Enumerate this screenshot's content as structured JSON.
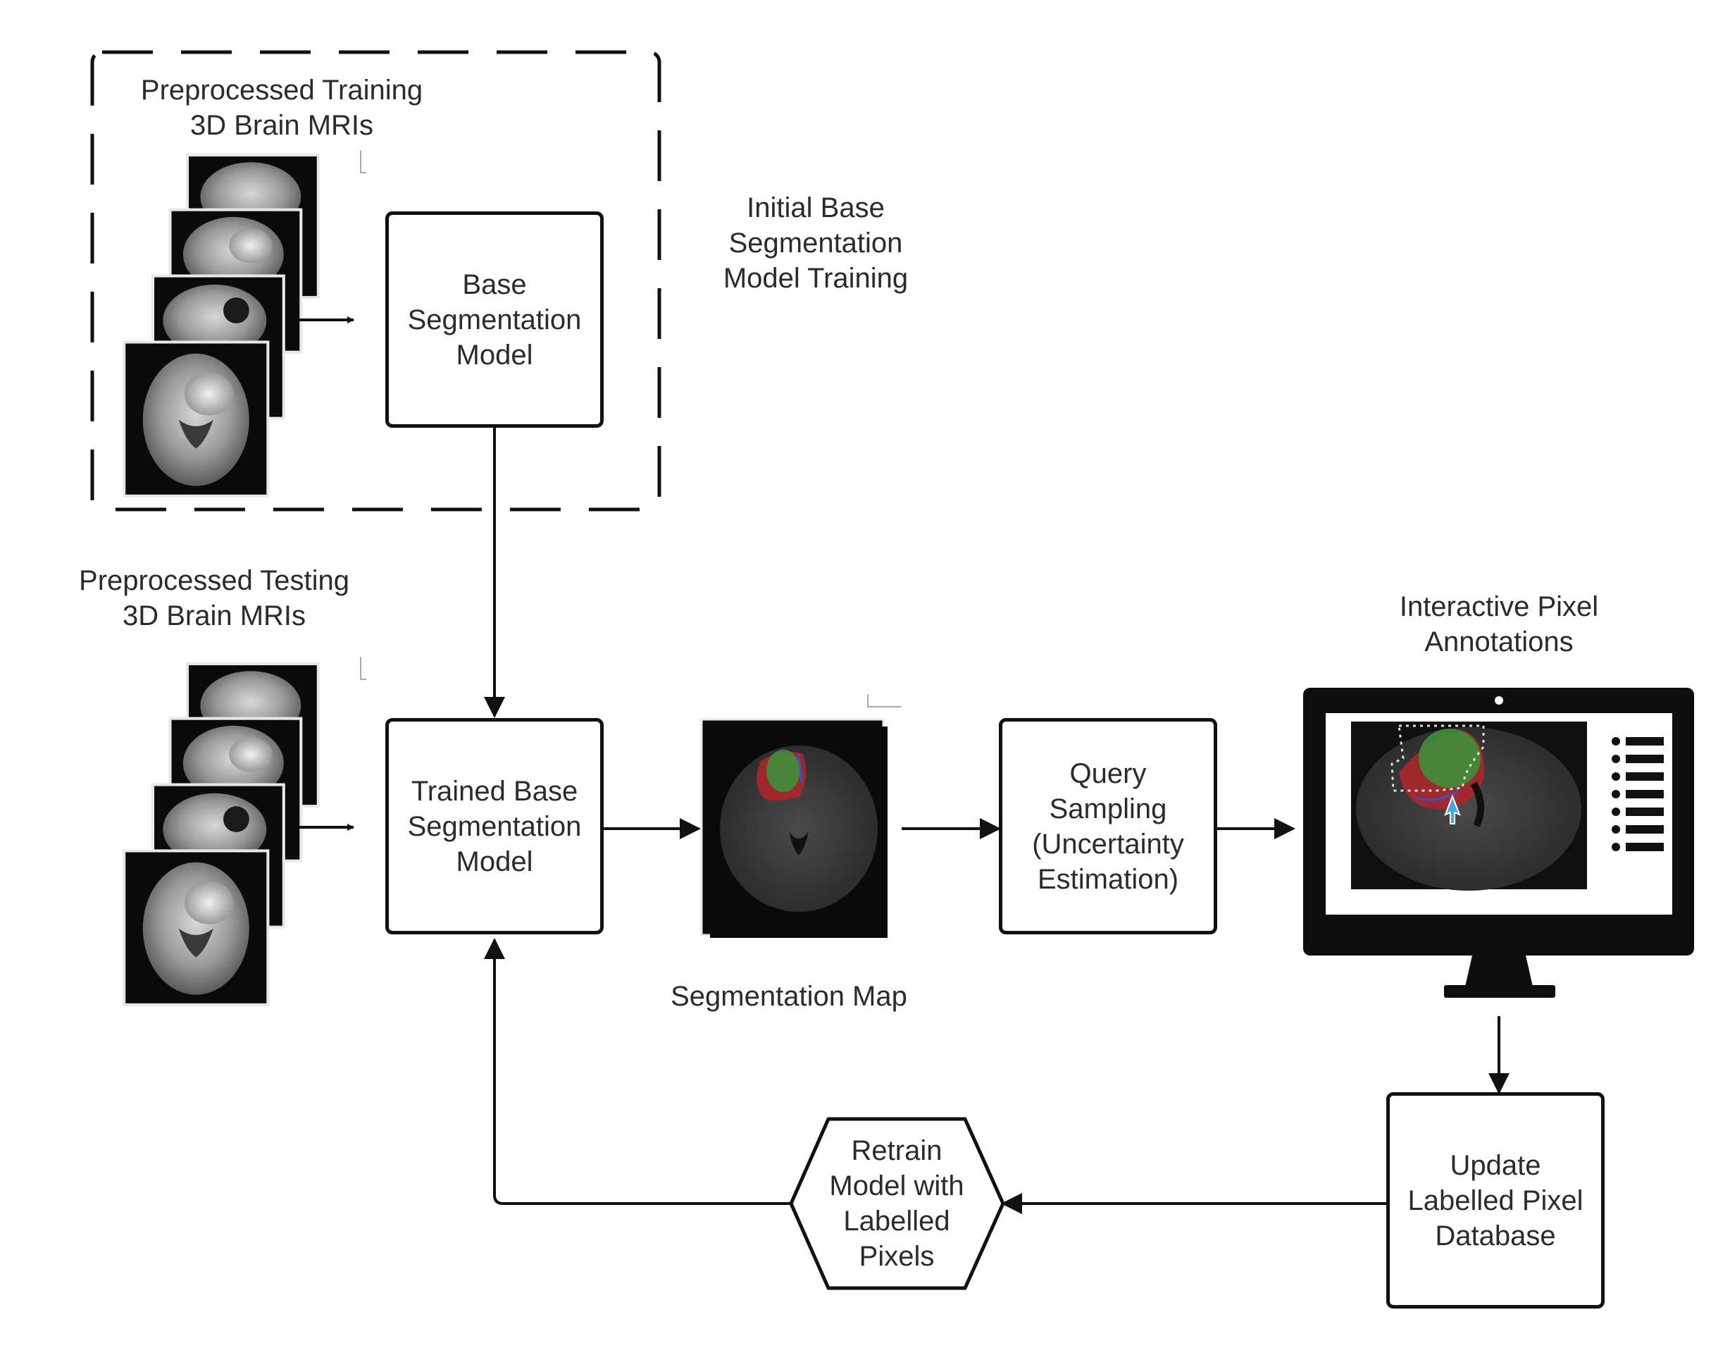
{
  "labels": {
    "training_caption": "Preprocessed Training\n3D Brain MRIs",
    "initial_training": "Initial Base\nSegmentation\nModel Training",
    "testing_caption": "Preprocessed Testing\n3D Brain MRIs",
    "segmentation_map": "Segmentation Map",
    "interactive_annotations": "Interactive Pixel\nAnnotations"
  },
  "nodes": {
    "base_model": "Base\nSegmentation\nModel",
    "trained_model": "Trained Base\nSegmentation\nModel",
    "query_sampling": "Query\nSampling\n(Uncertainty\nEstimation)",
    "update_database": "Update\nLabelled Pixel\nDatabase",
    "retrain": "Retrain\nModel with\nLabelled\nPixels"
  },
  "colors": {
    "stroke": "#111111",
    "text": "#2b2b2b",
    "mri_background": "#0a0a0a",
    "segmentation_red": "#b0262a",
    "segmentation_green": "#3f8f3a",
    "segmentation_blue": "#3a4fd0",
    "cursor": "#3fa9e0"
  },
  "icons": {
    "training_stack": "mri-stack-icon",
    "testing_stack": "mri-stack-icon",
    "segmentation_map": "segmentation-map-icon",
    "monitor": "monitor-icon"
  }
}
